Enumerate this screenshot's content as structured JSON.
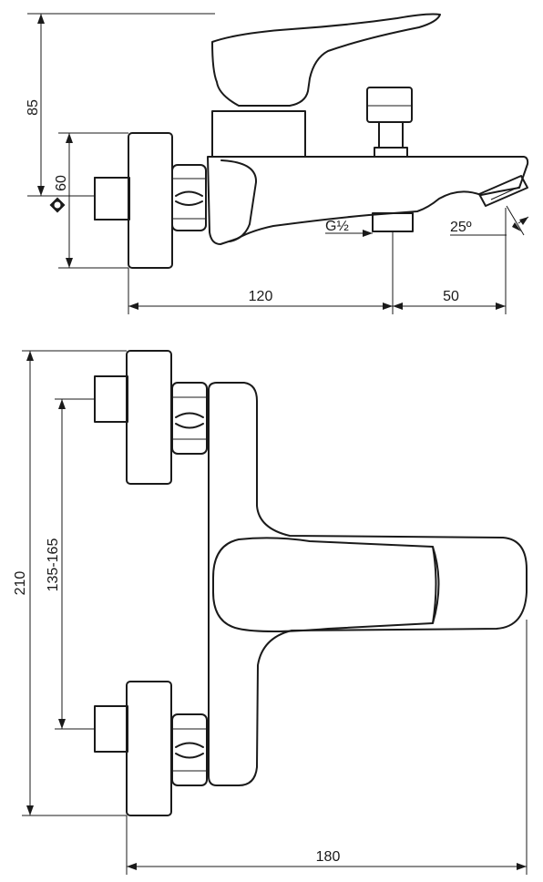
{
  "dimensions": {
    "height_85": "85",
    "diameter_60": "60",
    "thread_g": "G½",
    "angle_25": "25º",
    "length_120": "120",
    "length_50": "50",
    "height_210": "210",
    "spacing_135_165": "135-165",
    "width_180": "180"
  },
  "symbols": {
    "diameter_symbol": "diameter-icon"
  }
}
